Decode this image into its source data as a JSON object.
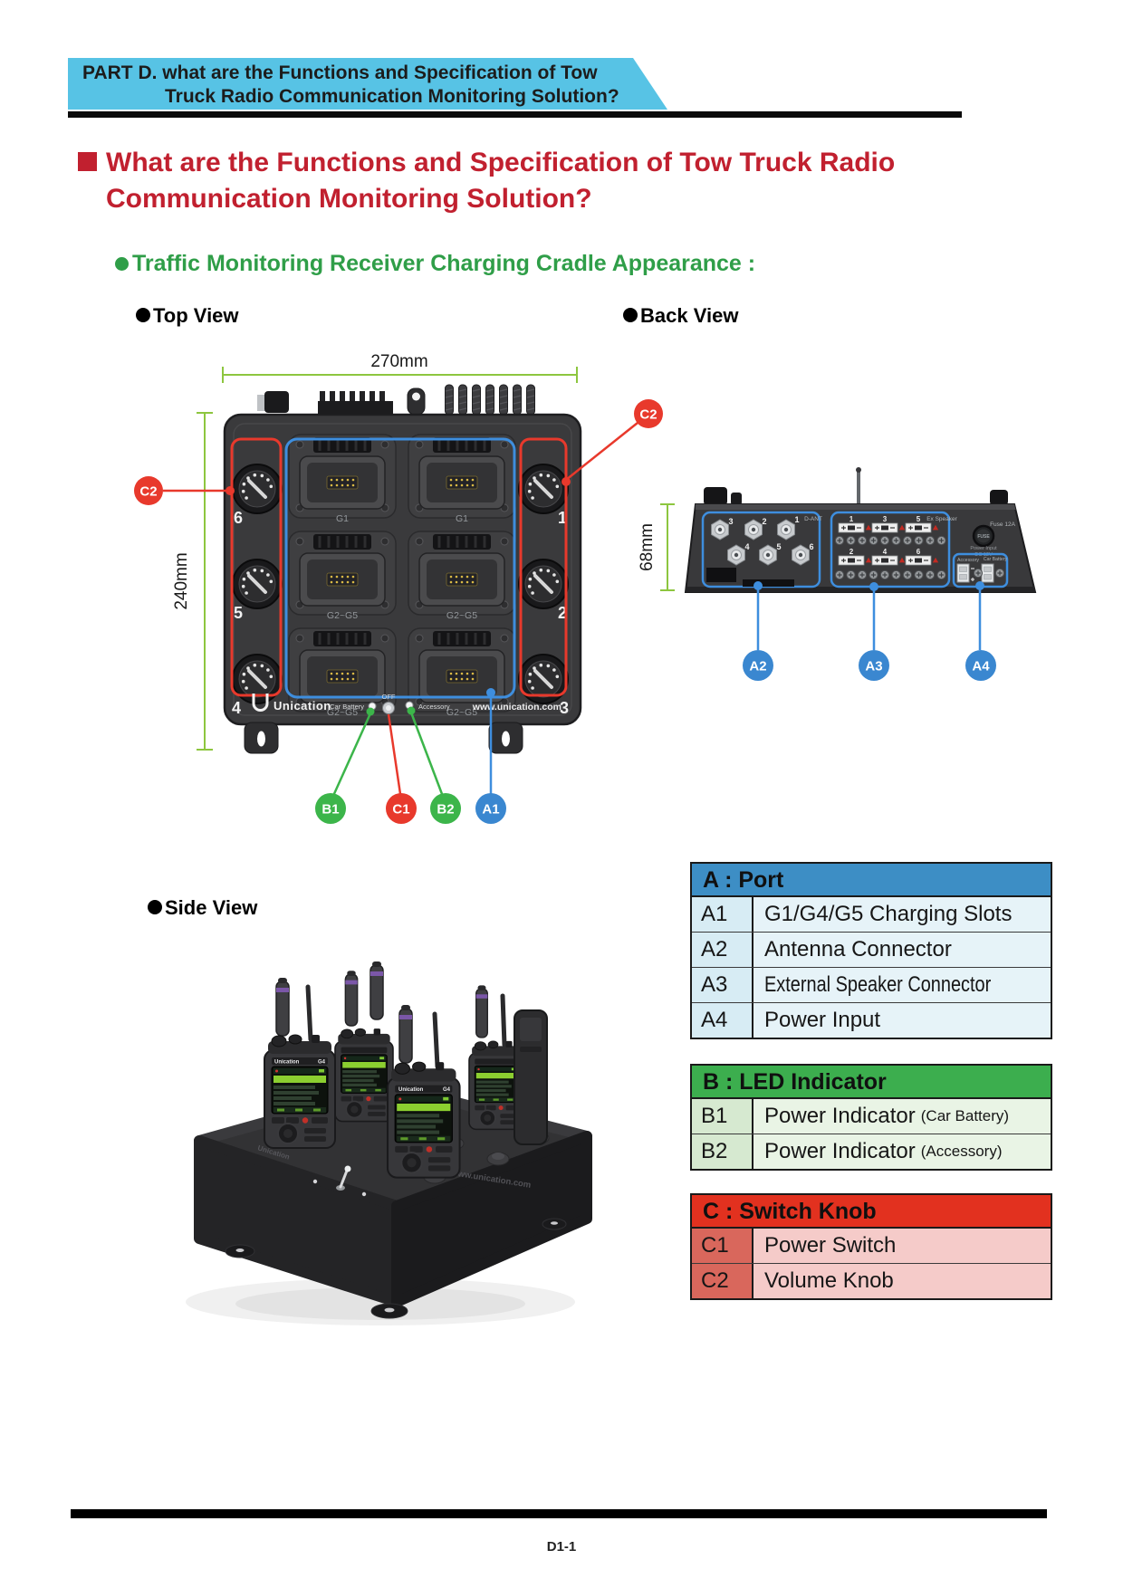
{
  "icons": {
    "heading_marker": "filled-red-square",
    "bullet": "filled-circle"
  },
  "banner": {
    "line1": "PART D. what are the Functions and Specification of Tow",
    "line2": "Truck Radio Communication Monitoring Solution?"
  },
  "heading": {
    "line1": "What are the Functions and Specification of Tow Truck Radio",
    "line2": "Communication Monitoring Solution?"
  },
  "subheading": "Traffic Monitoring Receiver Charging Cradle Appearance :",
  "view_labels": {
    "top": "Top View",
    "back": "Back View",
    "side": "Side View"
  },
  "top_view": {
    "dim_width": "270mm",
    "dim_height": "240mm",
    "knobs_left": [
      "6",
      "5",
      "4"
    ],
    "knobs_right": [
      "1",
      "2",
      "3"
    ],
    "slot_labels": [
      [
        "G1",
        "G1"
      ],
      [
        "G2~G5",
        "G2~G5"
      ],
      [
        "G2~G5",
        "G2~G5"
      ]
    ],
    "brand": "Unication",
    "website": "www.unication.com",
    "led_left": "Car Battery",
    "led_right": "Accessory",
    "switch_label": "OFF"
  },
  "back_view": {
    "dim_height": "68mm",
    "ant_section_label": "D-ANT",
    "ant_numbers": [
      "3",
      "2",
      "1",
      "4",
      "5",
      "6"
    ],
    "spk_section_label": "Ex Speaker",
    "spk_numbers": [
      "1",
      "3",
      "5",
      "2",
      "4",
      "6"
    ],
    "fuse": "FUSE",
    "fuse_label": "Fuse 12A",
    "power_note1": "Power Input",
    "power_note2": "DC 12V",
    "acc_label": "Accessory",
    "bat_label": "Car Battery"
  },
  "side_view": {
    "brand": "Unication",
    "model": "G4",
    "website": "www.unication.com"
  },
  "callouts": {
    "a1": "A1",
    "a2": "A2",
    "a3": "A3",
    "a4": "A4",
    "b1": "B1",
    "b2": "B2",
    "c1": "C1",
    "c2": "C2"
  },
  "tables": {
    "port": {
      "title": "A : Port",
      "rows": [
        {
          "key": "A1",
          "value": "G1/G4/G5 Charging Slots"
        },
        {
          "key": "A2",
          "value": "Antenna Connector"
        },
        {
          "key": "A3",
          "value": "External Speaker Connector"
        },
        {
          "key": "A4",
          "value": "Power Input"
        }
      ]
    },
    "led": {
      "title": "B : LED Indicator",
      "rows": [
        {
          "key": "B1",
          "value": "Power Indicator",
          "note": "(Car Battery)"
        },
        {
          "key": "B2",
          "value": "Power Indicator",
          "note": "(Accessory)"
        }
      ]
    },
    "switch": {
      "title": "C : Switch Knob",
      "rows": [
        {
          "key": "C1",
          "value": "Power Switch"
        },
        {
          "key": "C2",
          "value": "Volume Knob"
        }
      ]
    }
  },
  "footer": {
    "page_number": "D1-1"
  },
  "colors": {
    "banner_bg": "#57c3e5",
    "heading_red": "#c1202f",
    "subheading_green": "#2f9e48",
    "callout_red": "#e8392c",
    "callout_green": "#3cb54a",
    "callout_blue": "#3a87d0",
    "outline_blue": "#3e8ede",
    "dim_green": "#8dc63f",
    "table_a_header": "#3d8ec5",
    "table_b_header": "#3cae4e",
    "table_c_header": "#e2311f"
  }
}
